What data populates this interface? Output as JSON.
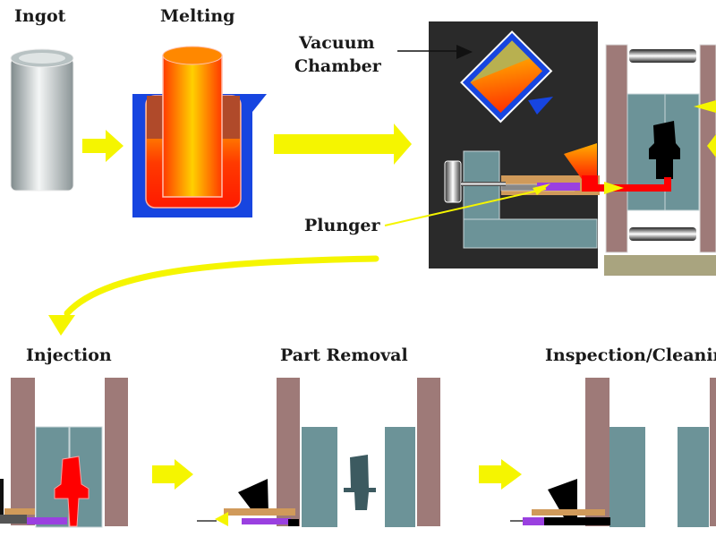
{
  "title": "Vacuum die casting process",
  "labels": {
    "ingot": "Ingot",
    "melting": "Melting",
    "vacuum_chamber_line1": "Vacuum",
    "vacuum_chamber_line2": "Chamber",
    "plunger": "Plunger",
    "injection": "Injection",
    "part_removal": "Part Removal",
    "inspection_cleaning": "Inspection/Cleanin"
  },
  "colors": {
    "arrow": "#f5f500",
    "chamber": "#2a2a2a",
    "platen": "#9e7a78",
    "die": "#6c9398",
    "crucible": "#1745e0",
    "molten": "#ff3000",
    "part_injected": "#ff0000",
    "plunger_tip": "#9a40e0",
    "shot_sleeve": "#d09a5a"
  }
}
